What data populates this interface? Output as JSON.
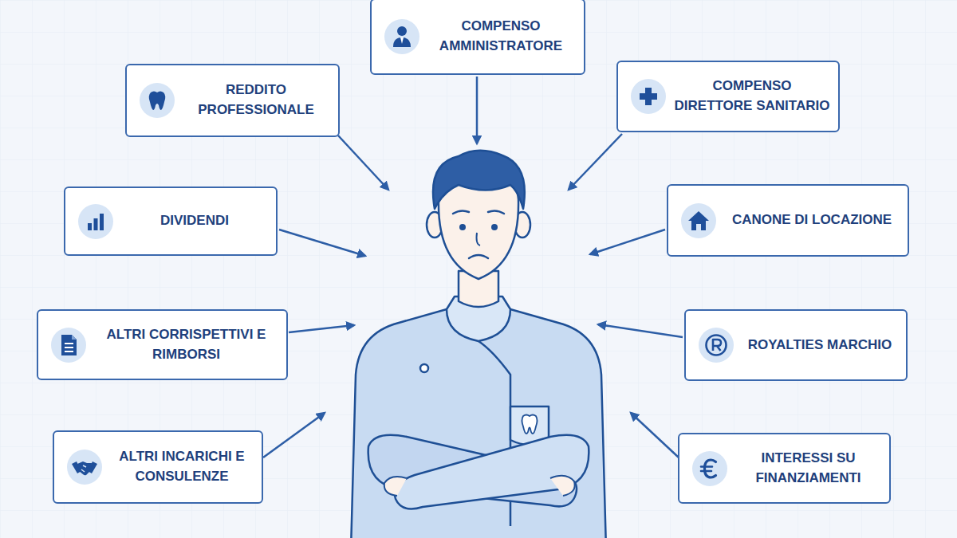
{
  "diagram": {
    "nodes": [
      {
        "text": [
          "COMPENSO AMMINISTRATORE"
        ]
      },
      {
        "text": [
          "REDDITO PROFESSIONALE"
        ]
      },
      {
        "text": [
          "COMPENSO DIRETTORE SANITARIO"
        ]
      },
      {
        "text": [
          "DIVIDENDI"
        ]
      },
      {
        "text": [
          "CANONE DI LOCAZIONE"
        ]
      },
      {
        "text": [
          "ALTRI CORRISPETTIVI E RIMBORSI"
        ]
      },
      {
        "text": [
          "ROYALTIES MARCHIO"
        ]
      },
      {
        "text": [
          "ALTRI INCARICHI E CONSULENZE"
        ]
      },
      {
        "text": [
          "INTERESSI SU FINANZIAMENTI"
        ]
      }
    ]
  }
}
